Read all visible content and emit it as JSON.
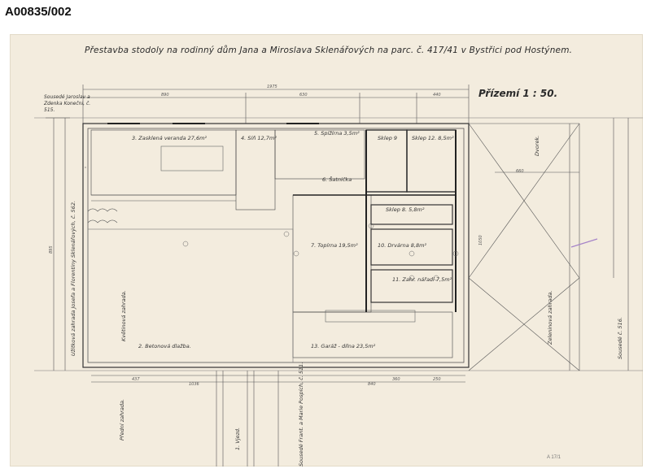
{
  "archive_id": "A00835/002",
  "drawing": {
    "title": "Přestavba stodoly na rodinný dům Jana a Miroslava Sklenářových na parc. č. 417/41 v Bystřici pod Hostýnem.",
    "floor_label": "Přízemí 1 : 50.",
    "neighbors": {
      "top_left": "Sousedé Jaroslav a Zdenka Konečni, č. 515.",
      "left_vertical": "Užitková zahrada Josefa a Florentiny Sklenářových, č. 562.",
      "bottom_mid_vertical": "Sousedé Frant. a Marie Pospích, č. 511.",
      "right_vertical": "Sousedé č. 516."
    },
    "rooms": [
      "3. Zasklená veranda 27,6m²",
      "4. Síň 12,7m²",
      "5. Spížírna 3,5m²",
      "6. Šatnička",
      "Sklep 9",
      "Sklep 12. 8,5m²",
      "Sklep 8. 5,8m²",
      "7. Topírna 19,5m²",
      "10. Drvárna 8,8m²",
      "11. Zahr. nářadí 7,5m²",
      "13. Garáž - dílna 23,5m²",
      "2. Betonová dlažba."
    ],
    "outside_labels": {
      "dvorek": "Dvorek.",
      "kvetinova": "Květinová zahrada.",
      "zelinova": "Zeleninová zahrada.",
      "predni": "Přední zahrada.",
      "vjezd": "1. Vjezd."
    },
    "dimensions": {
      "top_total": "1975",
      "top_a": "890",
      "top_b": "630",
      "top_c": "440",
      "bottom_a": "437",
      "bottom_b": "1036",
      "bottom_c": "840",
      "bottom_d": "360",
      "bottom_e": "250",
      "left_total": "895",
      "right_gap": "660",
      "right_total": "1050"
    },
    "stamp": "A 17/1"
  }
}
